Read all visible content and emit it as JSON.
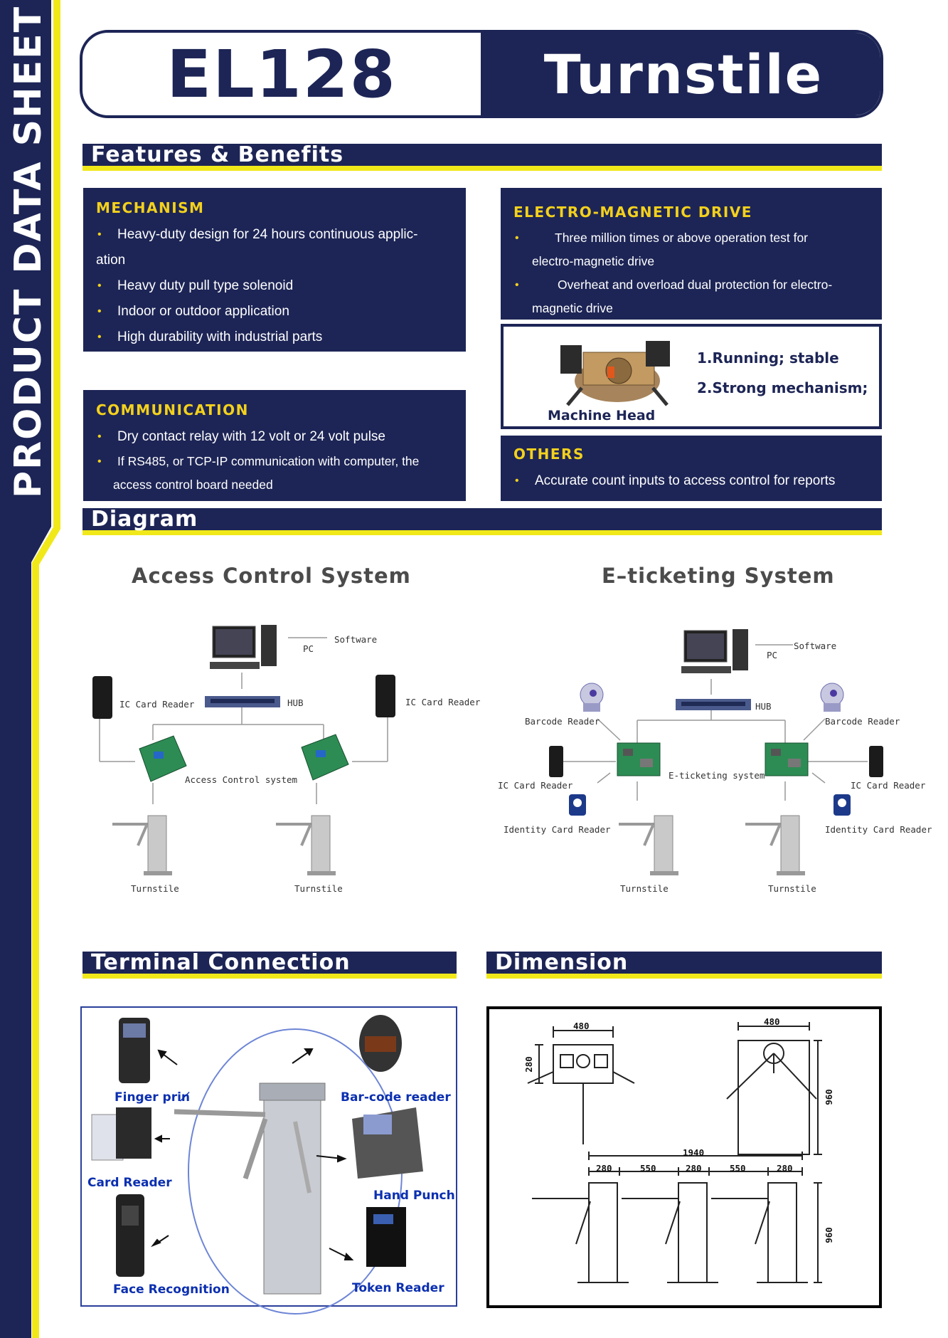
{
  "sidebar": {
    "text": "PRODUCT DATA SHEET"
  },
  "title": {
    "model": "EL128",
    "product": "Turnstile"
  },
  "sections": {
    "features": "Features & Benefits",
    "diagram": "Diagram",
    "terminal": "Terminal Connection",
    "dimension": "Dimension"
  },
  "mechanism": {
    "heading": "MECHANISM",
    "items": [
      "Heavy-duty design for 24 hours continuous applic-",
      "ation",
      "Heavy duty pull type solenoid",
      "Indoor or outdoor application",
      "High durability with industrial parts"
    ]
  },
  "electro": {
    "heading": "ELECTRO-MAGNETIC DRIVE",
    "items": [
      "Three million times or above operation test for",
      "electro-magnetic drive",
      "Overheat and overload dual protection for electro-",
      "magnetic drive"
    ]
  },
  "machine_head": {
    "caption": "Machine Head",
    "point1": "1.Running; stable",
    "point2": "2.Strong mechanism;"
  },
  "communication": {
    "heading": "COMMUNICATION",
    "items": [
      "Dry contact relay  with 12 volt or 24 volt pulse",
      "If RS485, or TCP-IP communication with computer, the",
      "access control board needed"
    ]
  },
  "others": {
    "heading": "OTHERS",
    "items": [
      "Accurate count inputs  to access control for reports"
    ]
  },
  "access_diagram": {
    "title": "Access Control System",
    "software": "Software",
    "pc": "PC",
    "hub": "HUB",
    "ic_left": "IC Card Reader",
    "ic_right": "IC Card Reader",
    "controller": "Access Control system",
    "turnstile_left": "Turnstile",
    "turnstile_right": "Turnstile"
  },
  "eticket_diagram": {
    "title": "E–ticketing System",
    "software": "Software",
    "pc": "PC",
    "hub": "HUB",
    "barcode_left": "Barcode Reader",
    "barcode_right": "Barcode Reader",
    "system": "E-ticketing system",
    "ic_left": "IC Card Reader",
    "ic_right": "IC Card Reader",
    "id_left": "Identity Card Reader",
    "id_right": "Identity Card Reader",
    "turnstile_left": "Turnstile",
    "turnstile_right": "Turnstile"
  },
  "terminal": {
    "finger": "Finger prin̸",
    "barcode": "Bar-code reader",
    "card": "Card Reader",
    "hand": "Hand Punch",
    "face": "Face Recognition",
    "token": "Token Reader"
  },
  "dimension": {
    "top_w1": "480",
    "top_h1": "280",
    "top_w2": "480",
    "top_h2": "960",
    "total": "1940",
    "seg1": "280",
    "seg2": "550",
    "seg3": "280",
    "seg4": "550",
    "seg5": "280",
    "bottom_h": "960"
  }
}
